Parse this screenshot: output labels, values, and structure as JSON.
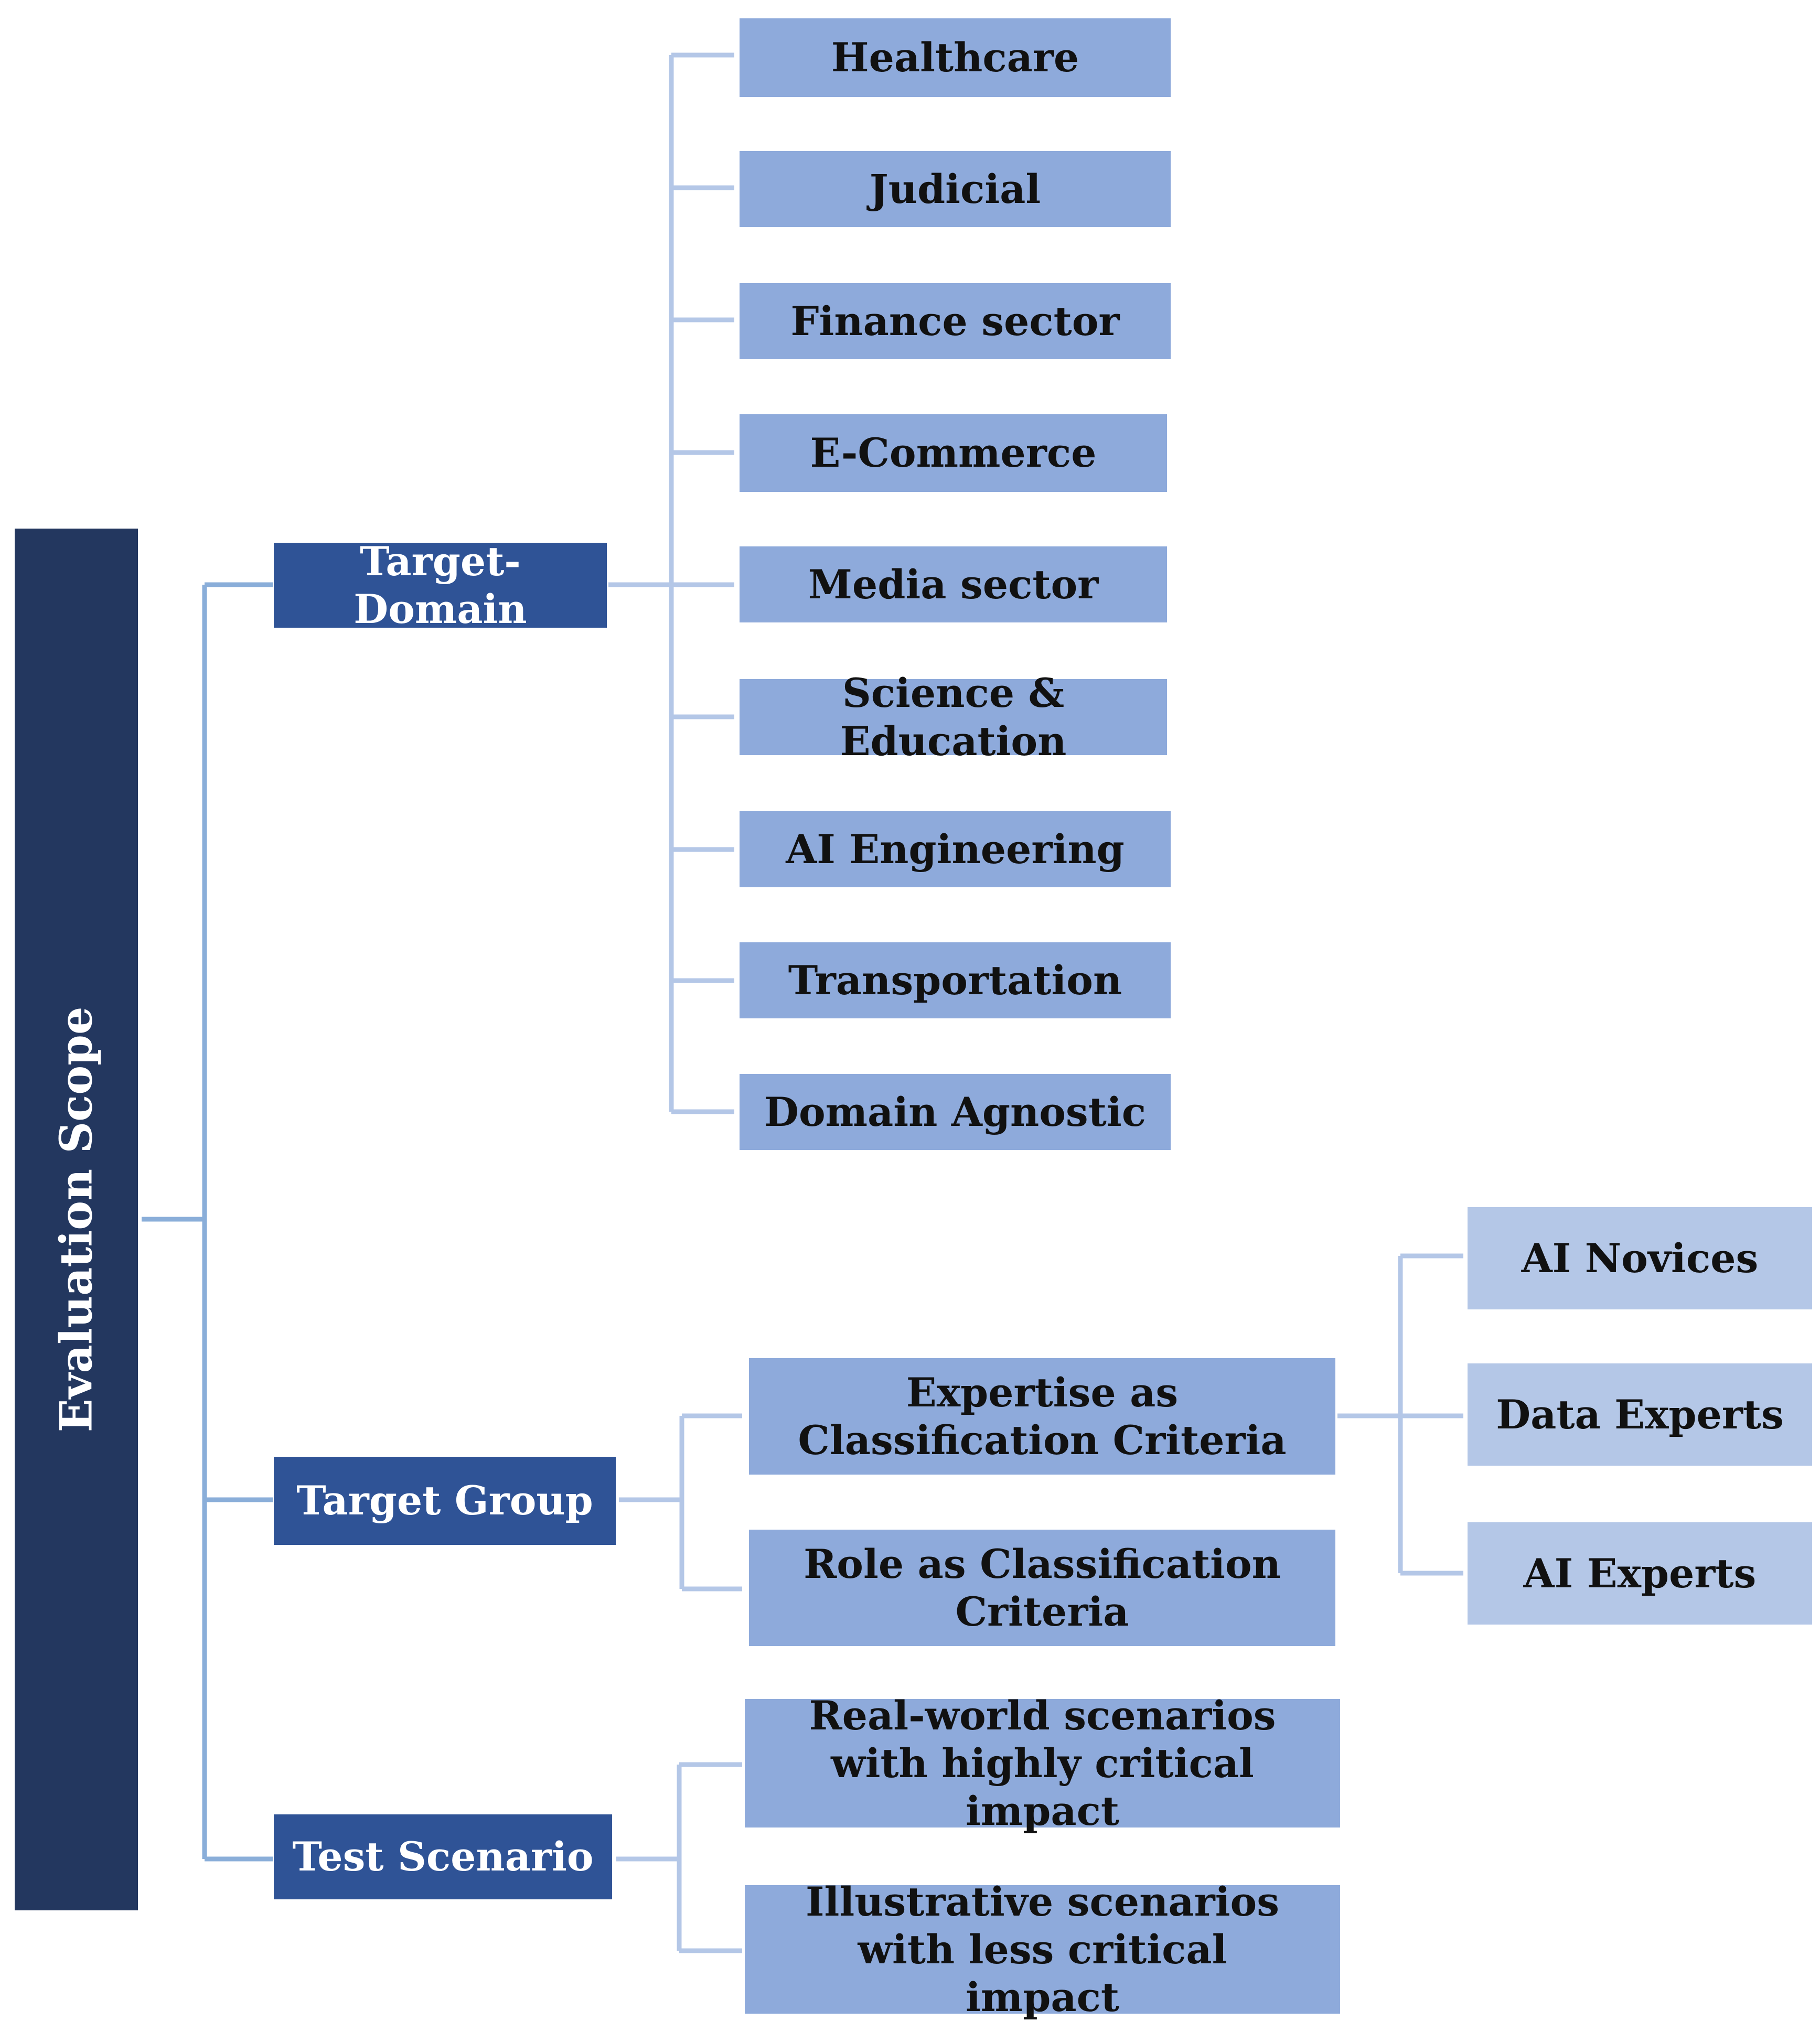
{
  "root": {
    "label": "Evaluation Scope"
  },
  "colors": {
    "root_fill": "#23375f",
    "level1_fill": "#2f5396",
    "level2_fill": "#8eaadb",
    "level3_fill": "#b4c7e7",
    "connector_main": "#8aaed9",
    "connector_light": "#b4c7e7"
  },
  "branches": [
    {
      "label": "Target-Domain",
      "children": [
        {
          "label": "Healthcare"
        },
        {
          "label": "Judicial"
        },
        {
          "label": "Finance sector"
        },
        {
          "label": "E-Commerce"
        },
        {
          "label": "Media sector"
        },
        {
          "label": "Science & Education"
        },
        {
          "label": "AI Engineering"
        },
        {
          "label": "Transportation"
        },
        {
          "label": "Domain Agnostic"
        }
      ]
    },
    {
      "label": "Target Group",
      "children": [
        {
          "label": "Expertise as Classification Criteria",
          "children": [
            {
              "label": "AI Novices"
            },
            {
              "label": "Data Experts"
            },
            {
              "label": "AI Experts"
            }
          ]
        },
        {
          "label": "Role as Classification Criteria"
        }
      ]
    },
    {
      "label": "Test Scenario",
      "children": [
        {
          "label": "Real-world scenarios with highly critical impact"
        },
        {
          "label": "Illustrative scenarios with less critical impact"
        }
      ]
    }
  ]
}
